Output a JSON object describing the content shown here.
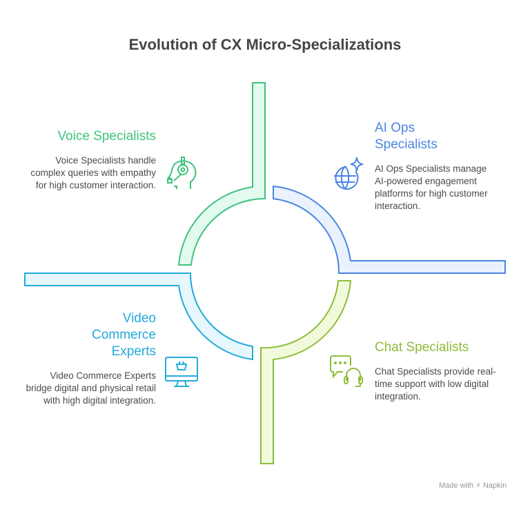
{
  "title": "Evolution of CX Micro-Specializations",
  "colors": {
    "voice": "#3ec27c",
    "ai_ops": "#4a86e0",
    "video": "#22aadb",
    "chat": "#8cbd3a"
  },
  "sections": {
    "voice": {
      "heading": "Voice Specialists",
      "description": "Voice Specialists handle complex queries with empathy for high customer interaction.",
      "icon": "headset-person-icon"
    },
    "ai_ops": {
      "heading_line1": "AI Ops",
      "heading_line2": "Specialists",
      "description": "AI Ops Specialists manage AI-powered engagement platforms for high customer interaction.",
      "icon": "globe-sparkle-icon"
    },
    "video": {
      "heading_line1": "Video",
      "heading_line2": "Commerce",
      "heading_line3": "Experts",
      "description": "Video Commerce Experts bridge digital and physical retail with high digital integration.",
      "icon": "monitor-basket-icon"
    },
    "chat": {
      "heading": "Chat Specialists",
      "description": "Chat Specialists provide real-time support with low digital integration.",
      "icon": "chat-headset-icon"
    }
  },
  "footer": "Made with ⚡ Napkin"
}
